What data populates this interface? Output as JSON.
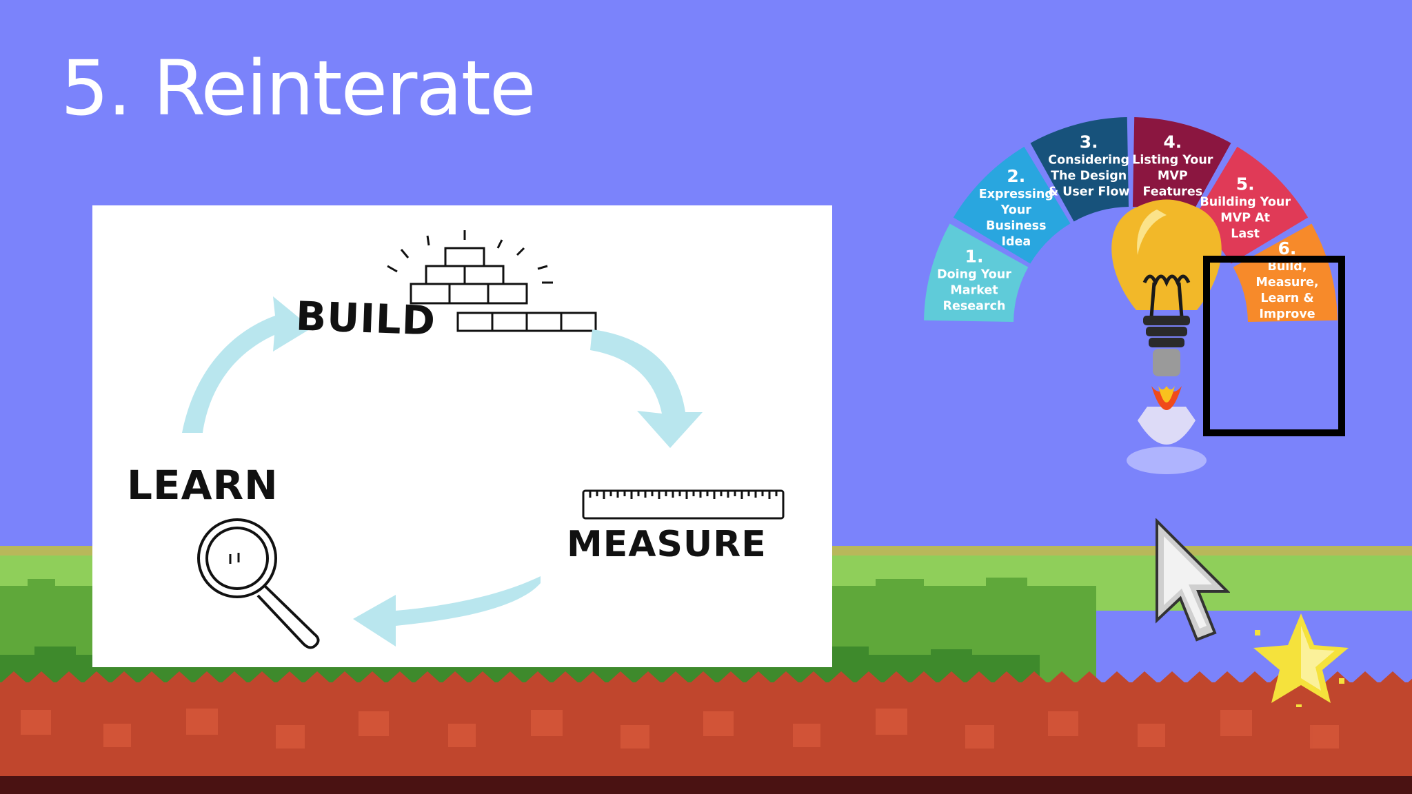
{
  "slide": {
    "title": "5. Reinterate"
  },
  "cycle": {
    "build": "BUILD",
    "learn": "LEARN",
    "measure": "MEASURE"
  },
  "steps": [
    {
      "number": "1.",
      "lines": [
        "Doing Your",
        "Market",
        "Research"
      ],
      "color": "#5fcbd9"
    },
    {
      "number": "2.",
      "lines": [
        "Expressing",
        "Your",
        "Business",
        "Idea"
      ],
      "color": "#29a6df"
    },
    {
      "number": "3.",
      "lines": [
        "Considering",
        "The Design",
        "& User Flow"
      ],
      "color": "#17527b"
    },
    {
      "number": "4.",
      "lines": [
        "Listing Your",
        "MVP",
        "Features"
      ],
      "color": "#8b1640"
    },
    {
      "number": "5.",
      "lines": [
        "Building Your",
        "MVP At",
        "Last"
      ],
      "color": "#e03a57"
    },
    {
      "number": "6.",
      "lines": [
        "Build,",
        "Measure,",
        "Learn &",
        "Improve"
      ],
      "color": "#f78a2a"
    }
  ],
  "highlight_step": 6,
  "colors": {
    "background": "#7b83fb",
    "grass": "#5fa83a",
    "dirt": "#c0462d",
    "arrow": "#b9e6ee",
    "bulb": "#f2b829",
    "highlight_frame": "#000000",
    "star": "#f5e23c"
  },
  "icons": {
    "cursor": "pointer-arrow-icon",
    "star": "star-icon",
    "bulb": "lightbulb-rocket-icon",
    "magnifier": "magnifier-icon",
    "ruler": "ruler-icon",
    "bricks": "bricks-icon"
  }
}
